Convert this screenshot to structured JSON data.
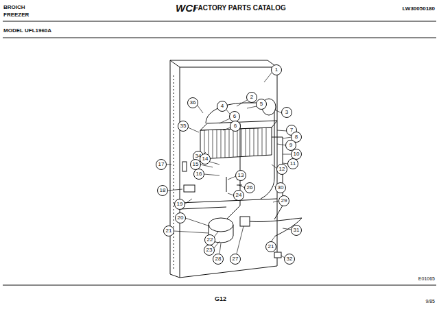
{
  "diagram": {
    "title": "FACTORY PARTS CATALOG",
    "labels": [
      "BROICH",
      "FREEZER",
      "WCI",
      "LW30050180",
      "MODEL UFL1960A",
      "1",
      "2",
      "5",
      "3",
      "36",
      "4",
      "6",
      "6",
      "35",
      "7",
      "8",
      "9",
      "10",
      "11",
      "12",
      "34",
      "17",
      "15",
      "14",
      "16",
      "13",
      "26",
      "30",
      "24",
      "18",
      "19",
      "29",
      "20",
      "21",
      "22",
      "23",
      "28",
      "27",
      "31",
      "21",
      "32",
      "E01065",
      "G12",
      "9/85"
    ]
  }
}
